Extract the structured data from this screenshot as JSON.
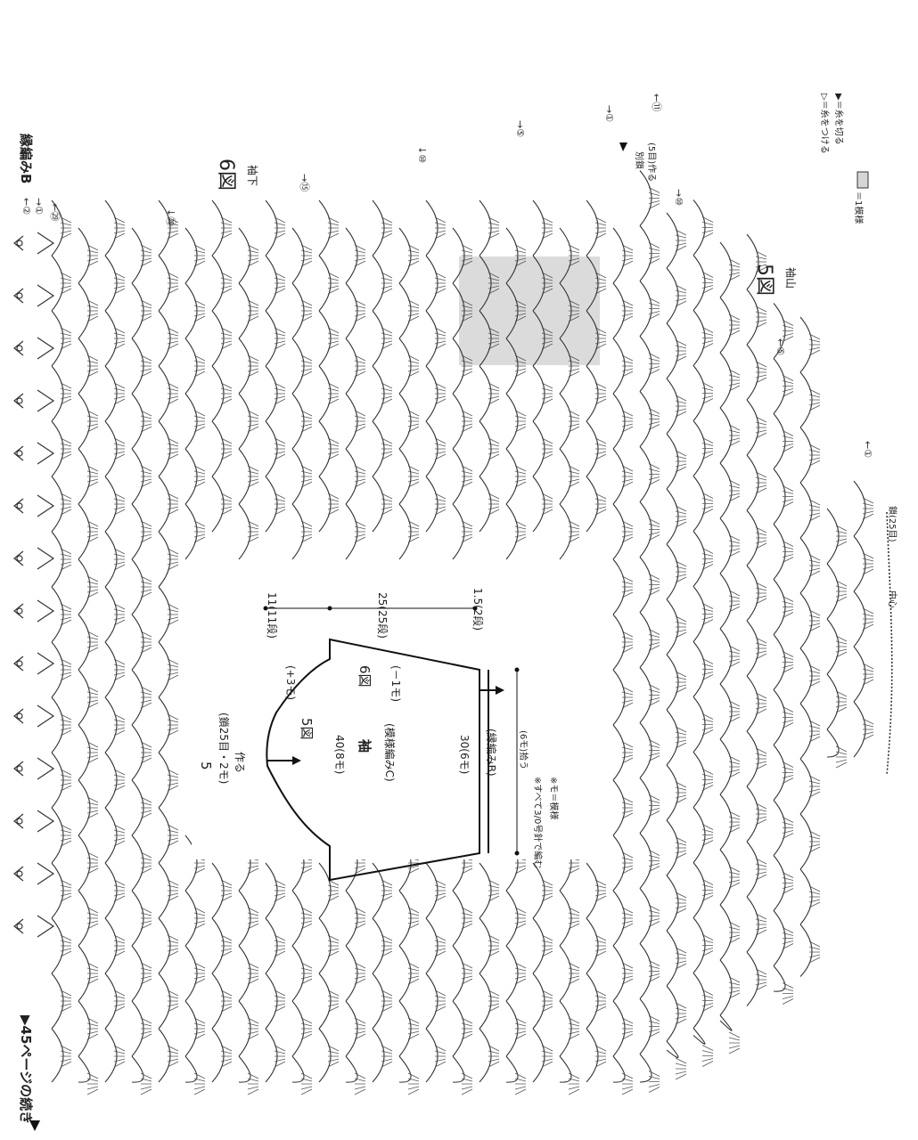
{
  "page": {
    "continuation": "▶45ページの続き"
  },
  "figure6": {
    "label": "6図",
    "sub": "袖下"
  },
  "figure5": {
    "label": "5図",
    "sub": "袖山"
  },
  "border_label": "縁編みB",
  "legend": {
    "items": [
      {
        "symbol": "▷",
        "text": "＝糸をつける"
      },
      {
        "symbol": "▶",
        "text": "＝糸を切る"
      },
      {
        "symbol": "box",
        "text": "＝1模様"
      }
    ]
  },
  "row_markers": {
    "top": [
      {
        "text": "②",
        "dir": "←"
      },
      {
        "text": "①",
        "dir": "→"
      },
      {
        "text": "㉙",
        "dir": "←"
      },
      {
        "text": "⑳",
        "dir": "↓"
      },
      {
        "text": "⑮",
        "dir": "→"
      },
      {
        "text": "⑩",
        "dir": "↓"
      },
      {
        "text": "⑤",
        "dir": "→"
      },
      {
        "text": "①",
        "dir": "→"
      },
      {
        "text": "⑪",
        "dir": "←"
      },
      {
        "text": "⑩",
        "dir": "→"
      }
    ],
    "bottom": [
      {
        "text": "⑤",
        "dir": "←"
      },
      {
        "text": "①",
        "dir": "←"
      }
    ]
  },
  "chain_notes": {
    "separate": "別鎖",
    "make5": "(5目)作る",
    "chain25": "鎖(25目)",
    "center": "中心"
  },
  "schematic": {
    "title": "袖",
    "pattern": "(模様編みC)",
    "top_width": "5",
    "start_note": "(鎖25目・2モ)",
    "make": "作る",
    "fig5": "5図",
    "fig6": "6図",
    "plus3": "(+3モ)",
    "minus1": "(－1モ)",
    "width40": "40(8モ)",
    "width30": "30(6モ)",
    "border": "(縁編みB)",
    "pickup": "(6モ)拾う",
    "note1": "※すべて3/0号針で編む",
    "note2": "※モ＝模様",
    "h11": "11",
    "h11r": "(11段)",
    "h25": "25",
    "h25r": "(25段)",
    "h15": "1.5",
    "h15r": "(2段)"
  }
}
